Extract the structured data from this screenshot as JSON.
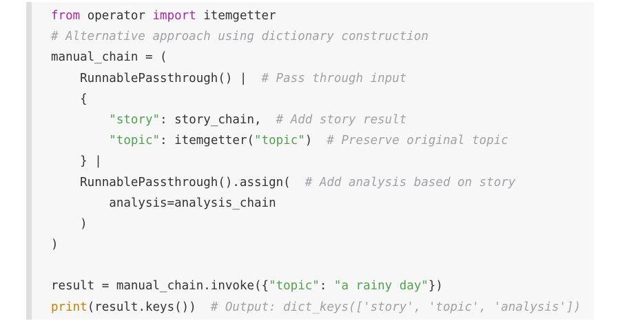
{
  "code_block": {
    "language": "python",
    "lines": [
      [
        {
          "t": "from",
          "c": "kw"
        },
        {
          "t": " operator ",
          "c": ""
        },
        {
          "t": "import",
          "c": "kw"
        },
        {
          "t": " itemgetter",
          "c": ""
        }
      ],
      [
        {
          "t": "# Alternative approach using dictionary construction",
          "c": "cm"
        }
      ],
      [
        {
          "t": "manual_chain = (",
          "c": ""
        }
      ],
      [
        {
          "t": "    RunnablePassthrough() |  ",
          "c": ""
        },
        {
          "t": "# Pass through input",
          "c": "cm"
        }
      ],
      [
        {
          "t": "    {",
          "c": ""
        }
      ],
      [
        {
          "t": "        ",
          "c": ""
        },
        {
          "t": "\"story\"",
          "c": "str"
        },
        {
          "t": ": story_chain,  ",
          "c": ""
        },
        {
          "t": "# Add story result",
          "c": "cm"
        }
      ],
      [
        {
          "t": "        ",
          "c": ""
        },
        {
          "t": "\"topic\"",
          "c": "str"
        },
        {
          "t": ": itemgetter(",
          "c": ""
        },
        {
          "t": "\"topic\"",
          "c": "str"
        },
        {
          "t": ")  ",
          "c": ""
        },
        {
          "t": "# Preserve original topic",
          "c": "cm"
        }
      ],
      [
        {
          "t": "    } |",
          "c": ""
        }
      ],
      [
        {
          "t": "    RunnablePassthrough().assign(  ",
          "c": ""
        },
        {
          "t": "# Add analysis based on story",
          "c": "cm"
        }
      ],
      [
        {
          "t": "        analysis=analysis_chain",
          "c": ""
        }
      ],
      [
        {
          "t": "    )",
          "c": ""
        }
      ],
      [
        {
          "t": ")",
          "c": ""
        }
      ],
      [
        {
          "t": "",
          "c": ""
        }
      ],
      [
        {
          "t": "result = manual_chain.invoke({",
          "c": ""
        },
        {
          "t": "\"topic\"",
          "c": "str"
        },
        {
          "t": ": ",
          "c": ""
        },
        {
          "t": "\"a rainy day\"",
          "c": "str"
        },
        {
          "t": "})",
          "c": ""
        }
      ],
      [
        {
          "t": "print",
          "c": "bi"
        },
        {
          "t": "(result.keys())  ",
          "c": ""
        },
        {
          "t": "# Output: dict_keys(['story', 'topic', 'analysis'])",
          "c": "cm"
        }
      ]
    ]
  },
  "colors": {
    "background": "#f7f7f7",
    "gutter": "#dedede",
    "keyword": "#a626a4",
    "string": "#50a14f",
    "comment": "#a0a1a7",
    "builtin": "#c18401",
    "text": "#333333"
  }
}
